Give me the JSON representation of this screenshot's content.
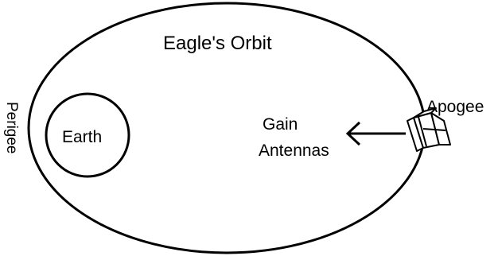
{
  "diagram": {
    "title": "Eagle's Orbit",
    "labels": {
      "earth": "Earth",
      "perigee": "Perigee",
      "apogee": "Apogee",
      "antenna_line1": "Gain",
      "antenna_line2": "Antennas"
    },
    "colors": {
      "stroke": "#000000",
      "background": "#ffffff"
    },
    "icons": {
      "satellite": "satellite-icon",
      "arrow": "arrow-left-icon"
    }
  }
}
